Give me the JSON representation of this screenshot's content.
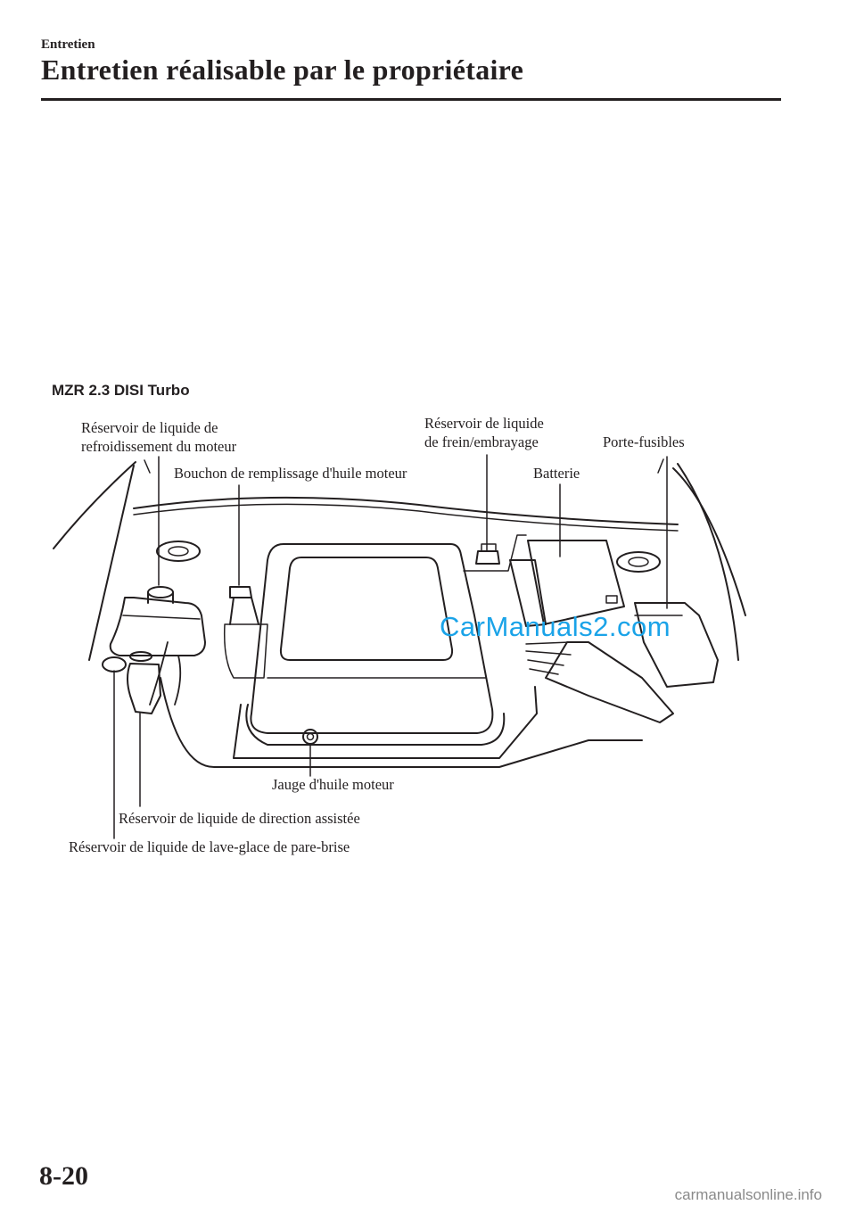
{
  "header": {
    "section": "Entretien",
    "title": "Entretien réalisable par le propriétaire"
  },
  "figure": {
    "variant": "MZR 2.3 DISI Turbo",
    "callouts": {
      "coolant_line1": "Réservoir de liquide de",
      "coolant_line2": "refroidissement du moteur",
      "oil_cap": "Bouchon de remplissage d'huile moteur",
      "brake_line1": "Réservoir de liquide",
      "brake_line2": "de frein/embrayage",
      "battery": "Batterie",
      "fuse_box": "Porte-fusibles",
      "dipstick": "Jauge d'huile moteur",
      "power_steering": "Réservoir de liquide de direction assistée",
      "washer": "Réservoir de liquide de lave-glace de pare-brise"
    },
    "watermark": "CarManuals2.com",
    "watermark_color": "#1aa3e8"
  },
  "footer": {
    "page_number": "8-20",
    "site": "carmanualsonline.info"
  }
}
